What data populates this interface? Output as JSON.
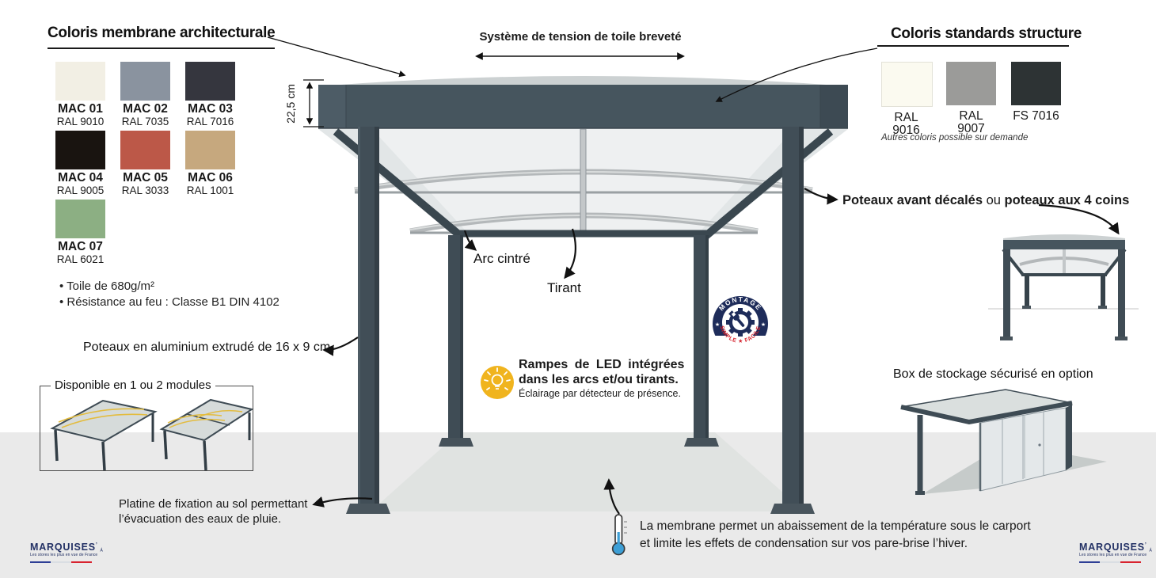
{
  "colors": {
    "structure": "#46555e",
    "structure_dark": "#39454d",
    "canopy": "#cdd2d3",
    "membrane_underside": "#eef0f1",
    "ground": "#eaeaea",
    "slab": "#e0e3e1",
    "accent_yellow": "#f0b41e",
    "badge_navy": "#1e2c5a",
    "badge_red": "#d5232e",
    "logo_navy": "#223064",
    "flag_blue": "#2e3f96",
    "flag_white": "#dadee3",
    "flag_red": "#d8232f",
    "module_arc_yellow": "#e3bc3f"
  },
  "membrane_section": {
    "title": "Coloris membrane architecturale",
    "swatches": [
      {
        "code": "MAC 01",
        "ral": "RAL 9010",
        "color": "#f2efe4"
      },
      {
        "code": "MAC 02",
        "ral": "RAL 7035",
        "color": "#8a939f"
      },
      {
        "code": "MAC 03",
        "ral": "RAL 7016",
        "color": "#35363e"
      },
      {
        "code": "MAC 04",
        "ral": "RAL 9005",
        "color": "#191410"
      },
      {
        "code": "MAC 05",
        "ral": "RAL 3033",
        "color": "#bc5848"
      },
      {
        "code": "MAC 06",
        "ral": "RAL 1001",
        "color": "#c6a87e"
      },
      {
        "code": "MAC 07",
        "ral": "RAL 6021",
        "color": "#8caf83"
      }
    ],
    "specs": [
      "• Toile de 680g/m²",
      "• Résistance au feu : Classe B1 DIN 4102"
    ]
  },
  "structure_section": {
    "title": "Coloris standards structure",
    "swatches": [
      {
        "code": "RAL 9016",
        "color": "#fbfaf0"
      },
      {
        "code": "RAL 9007",
        "color": "#9b9b99"
      },
      {
        "code": "FS 7016",
        "color": "#2d3334"
      }
    ],
    "note": "Autres coloris possible sur demande"
  },
  "labels": {
    "tension": "Système de tension de toile breveté",
    "dimension": "22,5 cm",
    "arc": "Arc cintré",
    "tirant": "Tirant",
    "poteaux_bold": "Poteaux avant décalés",
    "poteaux_mid": " ou ",
    "poteaux_end": "poteaux aux 4 coins",
    "alu": "Poteaux en aluminium extrudé de 16 x 9 cm",
    "modules": "Disponible en 1 ou 2 modules",
    "platine_1": "Platine de fixation au sol permettant",
    "platine_2": "l’évacuation des eaux de pluie.",
    "box": "Box de stockage sécurisé en option",
    "membrane_1": "La membrane permet un abaissement de la température sous le carport",
    "membrane_2": "et limite les effets de condensation sur vos pare-brise l’hiver."
  },
  "led": {
    "line1": "Rampes de LED intégrées",
    "line2": "dans les arcs et/ou tirants.",
    "line3": "Éclairage par détecteur de présence."
  },
  "badge": {
    "top": "MONTAGE",
    "bottom": "SIMPLE ★ FACILE",
    "star": "★"
  },
  "logo": {
    "name": "MARQUISES",
    "mark": "’",
    "tagline": "Les stores les plus en vue de France"
  }
}
